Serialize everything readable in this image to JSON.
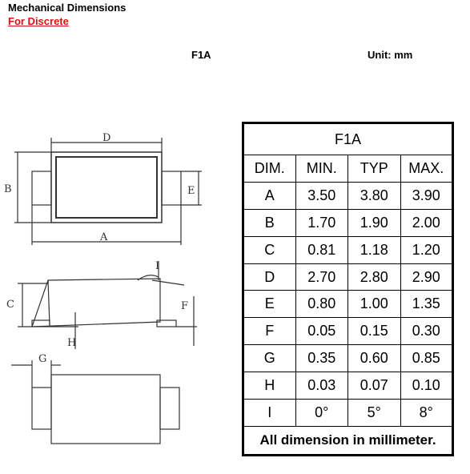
{
  "header": {
    "title": "Mechanical Dimensions",
    "link": "For Discrete",
    "part": "F1A",
    "unit": "Unit: mm"
  },
  "drawing_labels": {
    "A": "A",
    "B": "B",
    "C": "C",
    "D": "D",
    "E": "E",
    "F": "F",
    "G": "G",
    "H": "H",
    "I": "I"
  },
  "table": {
    "title": "F1A",
    "columns": [
      "DIM.",
      "MIN.",
      "TYP",
      "MAX."
    ],
    "rows": [
      [
        "A",
        "3.50",
        "3.80",
        "3.90"
      ],
      [
        "B",
        "1.70",
        "1.90",
        "2.00"
      ],
      [
        "C",
        "0.81",
        "1.18",
        "1.20"
      ],
      [
        "D",
        "2.70",
        "2.80",
        "2.90"
      ],
      [
        "E",
        "0.80",
        "1.00",
        "1.35"
      ],
      [
        "F",
        "0.05",
        "0.15",
        "0.30"
      ],
      [
        "G",
        "0.35",
        "0.60",
        "0.85"
      ],
      [
        "H",
        "0.03",
        "0.07",
        "0.10"
      ],
      [
        "I",
        "0°",
        "5°",
        "8°"
      ]
    ],
    "footer": "All dimension in millimeter."
  }
}
